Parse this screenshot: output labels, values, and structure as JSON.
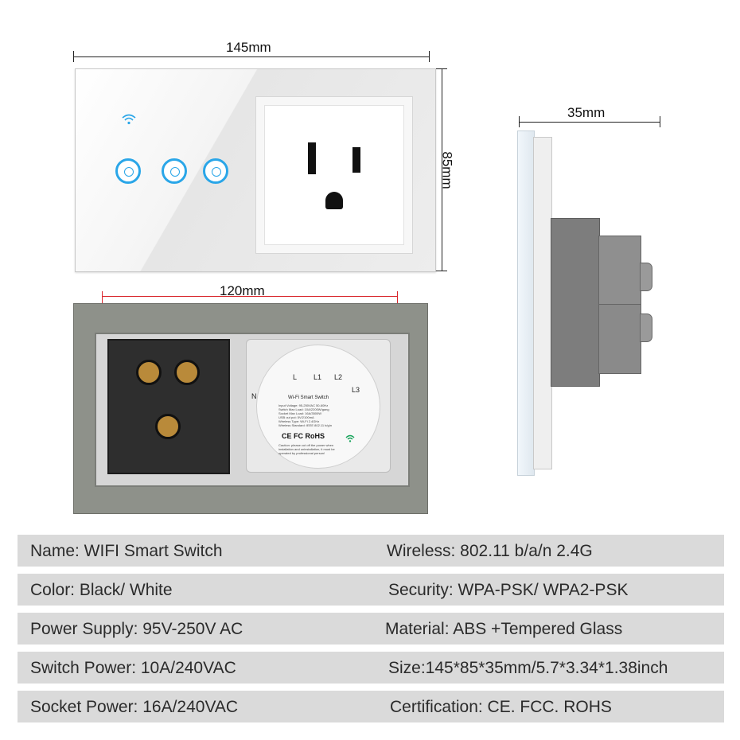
{
  "dimensions": {
    "front_width": "145mm",
    "front_height": "85mm",
    "back_width": "120mm",
    "side_depth": "35mm"
  },
  "back_label": {
    "terminals": [
      "L",
      "L1",
      "L2"
    ],
    "left_terminal": "N",
    "right_terminal": "L3",
    "title": "Wi-Fi Smart Switch",
    "specs": [
      "Input Voltage: 95-250VAC 50-60Hz",
      "Switch Max Load: 10A/2200W/gang",
      "Socket Max Load: 16A/3500W",
      "USB out put: 5V/2100mA",
      "Wireless Type: Wi-Fi 2.4GHz",
      "Wireless Standard: IEEE 802.11 b/g/n"
    ],
    "certs": "CE FC RoHS",
    "caution": [
      "Caution: please cut off the power when",
      "installation and uninstallation, it must be",
      "operated by professional person!"
    ]
  },
  "specs": {
    "left": [
      "Name: WIFI Smart Switch",
      "Color: Black/ White",
      "Power Supply: 95V-250V AC",
      "Switch Power: 10A/240VAC",
      "Socket Power: 16A/240VAC"
    ],
    "right": [
      "Wireless: 802.11 b/a/n 2.4G",
      "Security: WPA-PSK/ WPA2-PSK",
      "Material: ABS +Tempered Glass",
      "Size:145*85*35mm/5.7*3.34*1.38inch",
      "Certification: CE. FCC. ROHS"
    ]
  },
  "colors": {
    "touch_accent": "#2aa6e8",
    "dimension_red": "#d9262c",
    "row_bg": "#dadada"
  },
  "icons": [
    "wifi-icon",
    "touch-button-icon",
    "us-outlet-icon",
    "wifi-logo-icon"
  ]
}
